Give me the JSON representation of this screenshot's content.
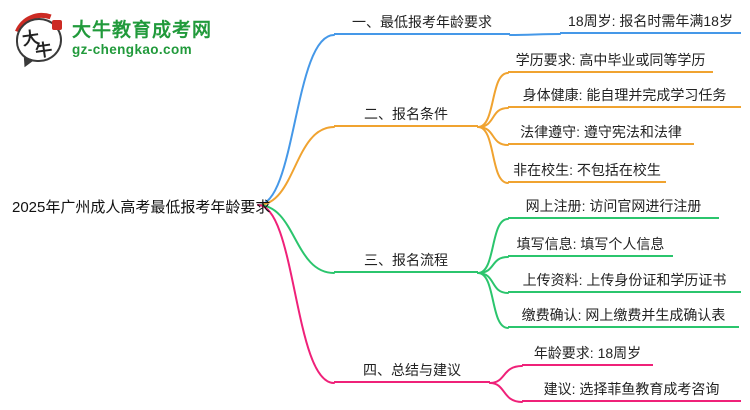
{
  "page": {
    "background": "#ffffff",
    "text_color": "#222222"
  },
  "logo": {
    "site_name": "大牛教育成考网",
    "site_domain": "gz-chengkao.com",
    "bubble_char_top": "大",
    "bubble_char_bottom": "牛",
    "brand_green": "#219a3b",
    "accent_red": "#cc2b24"
  },
  "mindmap": {
    "root": {
      "label": "2025年广州成人高考最低报考年龄要求"
    },
    "branches": [
      {
        "label": "一、最低报考年龄要求",
        "color": "#4598e8",
        "children": [
          {
            "label": "18周岁: 报名时需年满18岁"
          }
        ]
      },
      {
        "label": "二、报名条件",
        "color": "#f0a330",
        "children": [
          {
            "label": "学历要求: 高中毕业或同等学历"
          },
          {
            "label": "身体健康: 能自理并完成学习任务"
          },
          {
            "label": "法律遵守: 遵守宪法和法律"
          },
          {
            "label": "非在校生: 不包括在校生"
          }
        ]
      },
      {
        "label": "三、报名流程",
        "color": "#2bc56d",
        "children": [
          {
            "label": "网上注册: 访问官网进行注册"
          },
          {
            "label": "填写信息: 填写个人信息"
          },
          {
            "label": "上传资料: 上传身份证和学历证书"
          },
          {
            "label": "缴费确认: 网上缴费并生成确认表"
          }
        ]
      },
      {
        "label": "四、总结与建议",
        "color": "#ef2179",
        "children": [
          {
            "label": "年龄要求: 18周岁"
          },
          {
            "label": "建议: 选择菲鱼教育成考咨询"
          }
        ]
      }
    ]
  }
}
